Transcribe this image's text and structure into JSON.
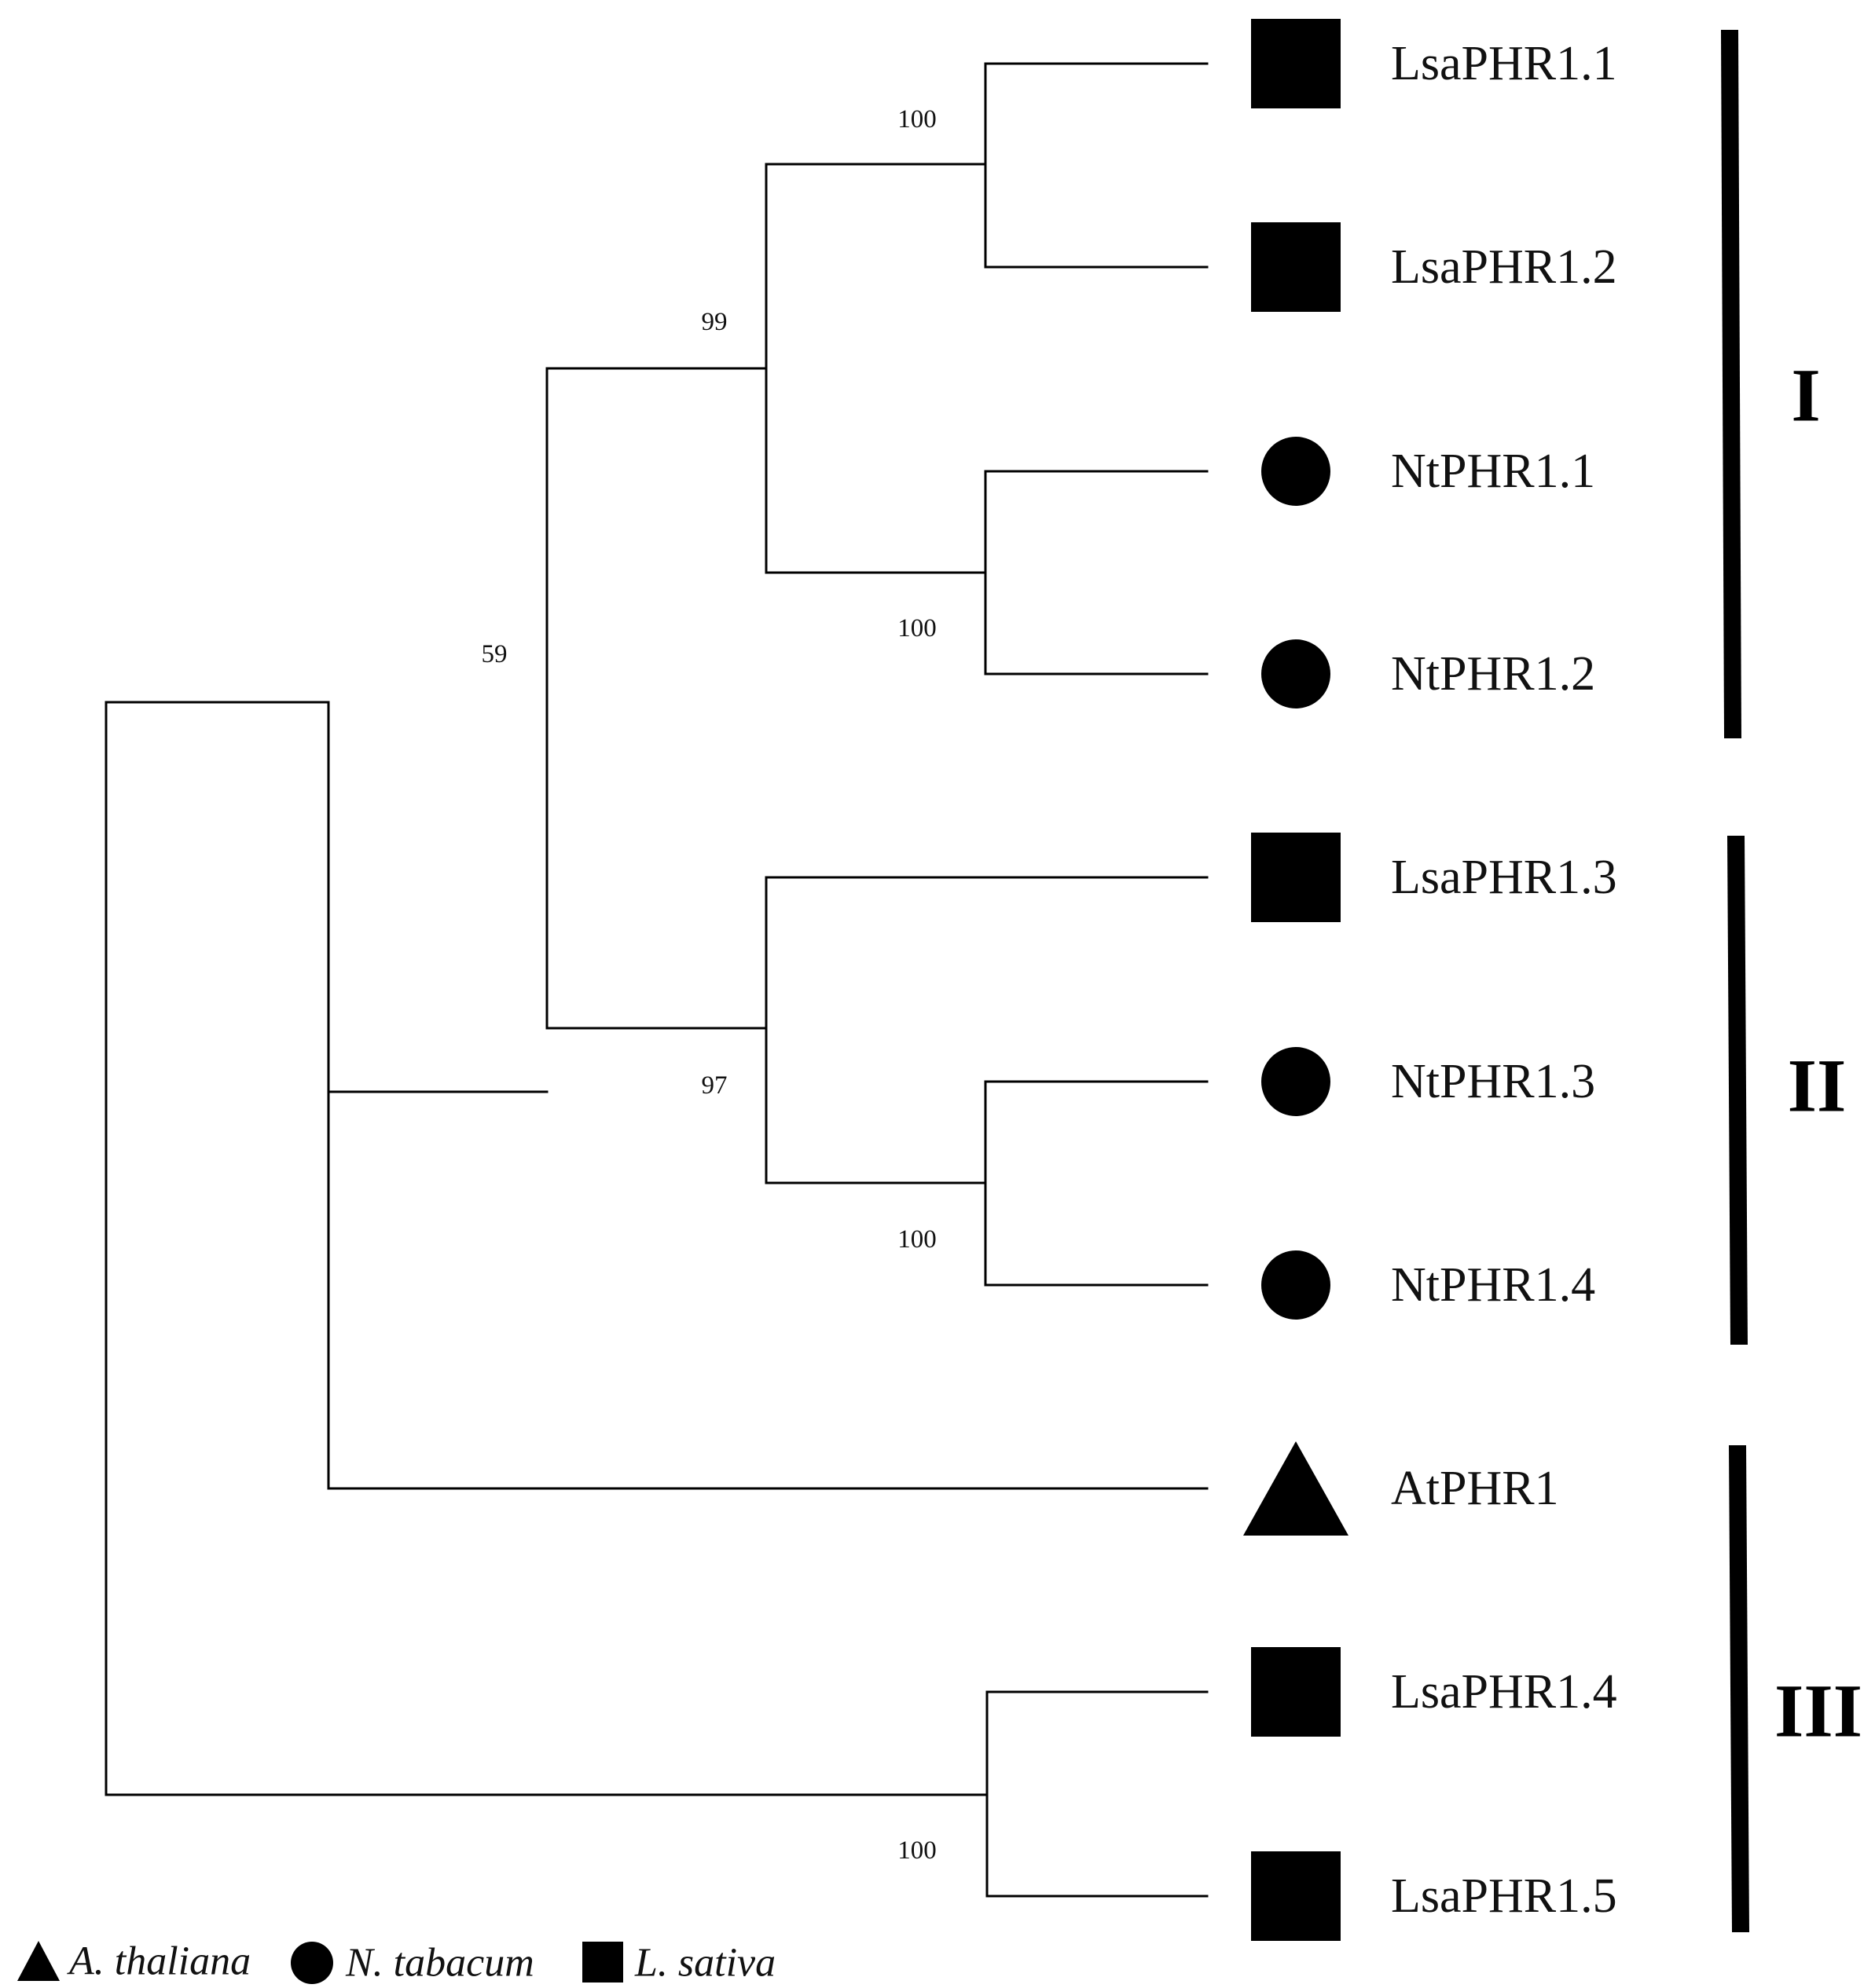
{
  "tree": {
    "leaves": [
      {
        "name": "LsaPHR1.1",
        "species": "L. sativa",
        "marker": "square"
      },
      {
        "name": "LsaPHR1.2",
        "species": "L. sativa",
        "marker": "square"
      },
      {
        "name": "NtPHR1.1",
        "species": "N. tabacum",
        "marker": "circle"
      },
      {
        "name": "NtPHR1.2",
        "species": "N. tabacum",
        "marker": "circle"
      },
      {
        "name": "LsaPHR1.3",
        "species": "L. sativa",
        "marker": "square"
      },
      {
        "name": "NtPHR1.3",
        "species": "N. tabacum",
        "marker": "circle"
      },
      {
        "name": "NtPHR1.4",
        "species": "N. tabacum",
        "marker": "circle"
      },
      {
        "name": "AtPHR1",
        "species": "A. thaliana",
        "marker": "triangle"
      },
      {
        "name": "LsaPHR1.4",
        "species": "L. sativa",
        "marker": "square"
      },
      {
        "name": "LsaPHR1.5",
        "species": "L. sativa",
        "marker": "square"
      }
    ],
    "bootstrap_values": [
      {
        "node": "LsaPHR1.1+LsaPHR1.2",
        "value": "100"
      },
      {
        "node": "LsaPHR1.1-NtPHR1.2",
        "value": "99"
      },
      {
        "node": "NtPHR1.1+NtPHR1.2",
        "value": "100"
      },
      {
        "node": "clade I+II",
        "value": "59"
      },
      {
        "node": "LsaPHR1.3-NtPHR1.4",
        "value": "97"
      },
      {
        "node": "NtPHR1.3+NtPHR1.4",
        "value": "100"
      },
      {
        "node": "LsaPHR1.4+LsaPHR1.5",
        "value": "100"
      }
    ]
  },
  "clades": [
    {
      "label": "I",
      "members": [
        "LsaPHR1.1",
        "LsaPHR1.2",
        "NtPHR1.1",
        "NtPHR1.2"
      ]
    },
    {
      "label": "II",
      "members": [
        "LsaPHR1.3",
        "NtPHR1.3",
        "NtPHR1.4"
      ]
    },
    {
      "label": "III",
      "members": [
        "AtPHR1",
        "LsaPHR1.4",
        "LsaPHR1.5"
      ]
    }
  ],
  "legend": [
    {
      "marker": "triangle",
      "label": "A. thaliana"
    },
    {
      "marker": "circle",
      "label": "N. tabacum"
    },
    {
      "marker": "square",
      "label": "L. sativa"
    }
  ],
  "colors": {
    "marker": "#000000",
    "line": "#000000",
    "background": "#ffffff"
  }
}
